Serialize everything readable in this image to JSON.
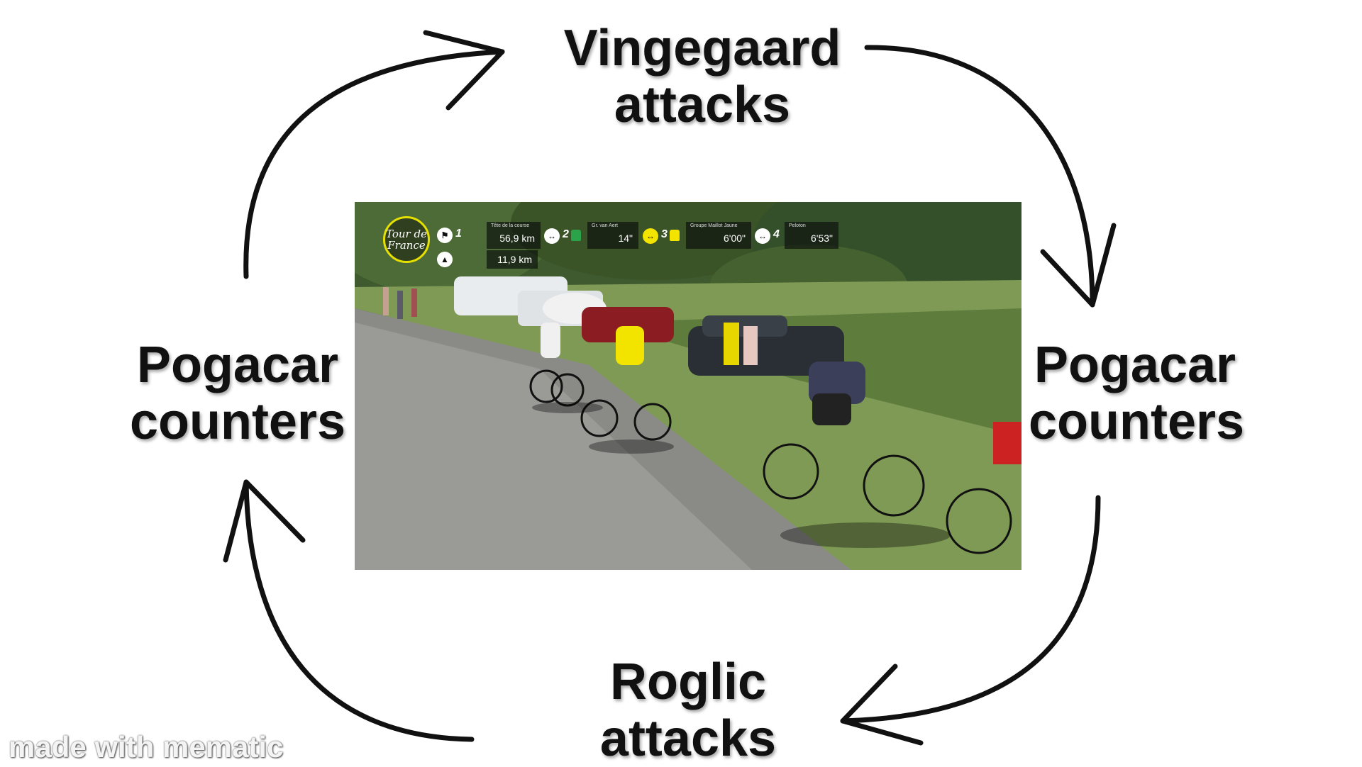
{
  "labels": {
    "top": [
      "Vingegaard",
      "attacks"
    ],
    "right": [
      "Pogacar",
      "counters"
    ],
    "bottom": [
      "Roglic",
      "attacks"
    ],
    "left": [
      "Pogacar",
      "counters"
    ]
  },
  "photo_overlay": {
    "logo_text": "Tour de France",
    "lead_group_position": "1",
    "lead_caption": "Tête de la course",
    "lead_distance": "56,9 km",
    "distance_to_go": "11,9 km",
    "group2_position": "2",
    "group2_caption": "Gr. van Aert",
    "group2_gap": "14\"",
    "group3_position": "3",
    "group3_caption": "Groupe Maillot Jaune",
    "group3_gap": "6'00\"",
    "group4_position": "4",
    "group4_caption": "Peloton",
    "group4_gap": "6'53\""
  },
  "watermark": "made with mematic",
  "colors": {
    "text": "#111111",
    "arrow": "#111111",
    "yellow_jersey": "#f3e400",
    "green_jersey": "#2aa34a",
    "hud_background": "#0f140f"
  }
}
